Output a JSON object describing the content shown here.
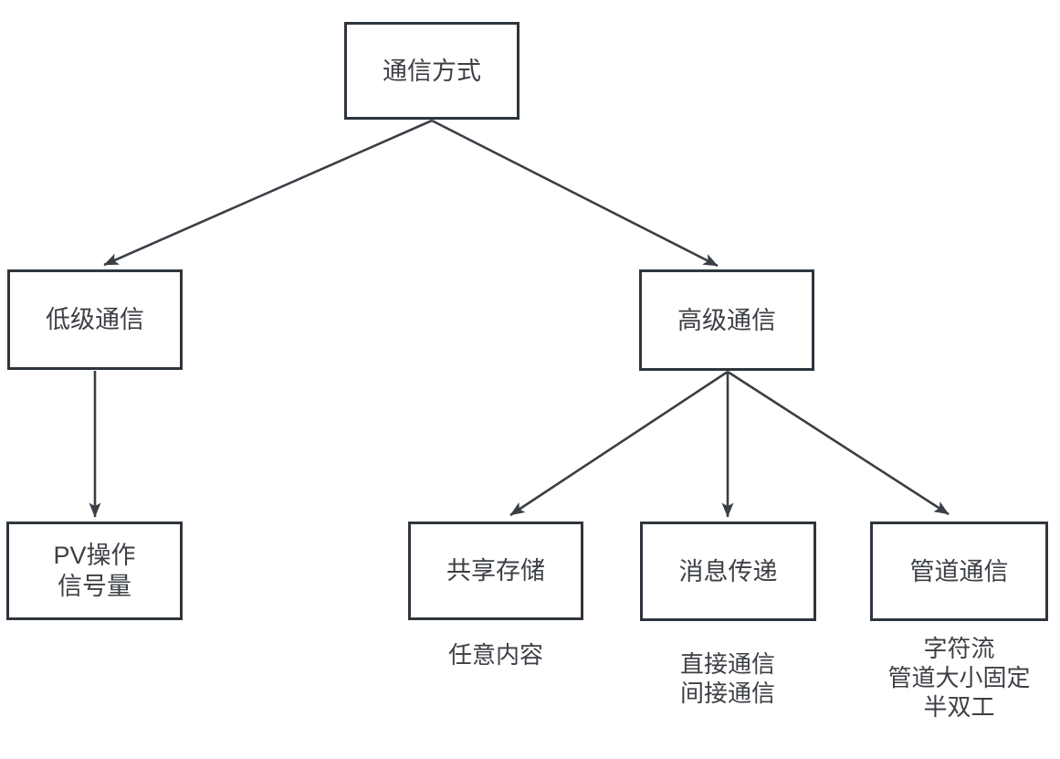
{
  "diagram": {
    "colors": {
      "background": "#ffffff",
      "box_border": "#2e353d",
      "arrow": "#3a3f45",
      "text": "#3c4045"
    },
    "nodes": {
      "root": {
        "label": "通信方式"
      },
      "low": {
        "label": "低级通信"
      },
      "high": {
        "label": "高级通信"
      },
      "pv": {
        "lines": [
          "PV操作",
          "信号量"
        ]
      },
      "shared": {
        "label": "共享存储",
        "caption": [
          "任意内容"
        ]
      },
      "message": {
        "label": "消息传递",
        "caption": [
          "直接通信",
          "间接通信"
        ]
      },
      "pipe": {
        "label": "管道通信",
        "caption": [
          "字符流",
          "管道大小固定",
          "半双工"
        ]
      }
    }
  }
}
